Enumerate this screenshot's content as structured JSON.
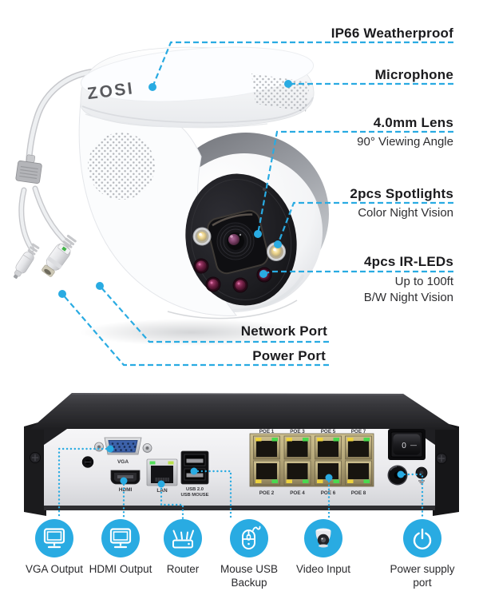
{
  "colors": {
    "accent": "#29abe2",
    "nvr_chassis": "#232326",
    "nvr_panel": "#e9e9ec",
    "poe_brass": "#b3a578",
    "led_yellow": "#ecd23e",
    "led_green": "#49d94f"
  },
  "camera": {
    "brand": "ZOSI",
    "callouts": {
      "ip66": {
        "title": "IP66 Weatherproof"
      },
      "microphone": {
        "title": "Microphone"
      },
      "lens": {
        "title": "4.0mm Lens",
        "subtitle": "90° Viewing Angle"
      },
      "spotlights": {
        "title": "2pcs Spotlights",
        "subtitle": "Color Night Vision"
      },
      "ir_leds": {
        "title": "4pcs IR-LEDs",
        "subtitle1": "Up to 100ft",
        "subtitle2": "B/W Night Vision"
      },
      "network_port": {
        "title": "Network Port"
      },
      "power_port": {
        "title": "Power Port"
      }
    }
  },
  "nvr": {
    "ports": {
      "vga": "VGA",
      "hdmi": "HDMI",
      "lan": "LAN",
      "usb_line1": "USB 2.0",
      "usb_line2": "USB MOUSE",
      "poe_top": [
        "POE 1",
        "POE 3",
        "POE 5",
        "POE 7"
      ],
      "poe_bottom": [
        "POE 2",
        "POE 4",
        "POE 6",
        "POE 8"
      ],
      "switch_marks": [
        "0",
        "—"
      ]
    }
  },
  "legend": {
    "items": [
      {
        "icon": "vga-monitor-icon",
        "label": "VGA Output"
      },
      {
        "icon": "hdmi-monitor-icon",
        "label": "HDMI Output"
      },
      {
        "icon": "router-icon",
        "label": "Router"
      },
      {
        "icon": "mouse-icon",
        "label": "Mouse USB Backup"
      },
      {
        "icon": "camera-icon",
        "label": "Video Input"
      },
      {
        "icon": "power-icon",
        "label": "Power supply port"
      }
    ]
  }
}
